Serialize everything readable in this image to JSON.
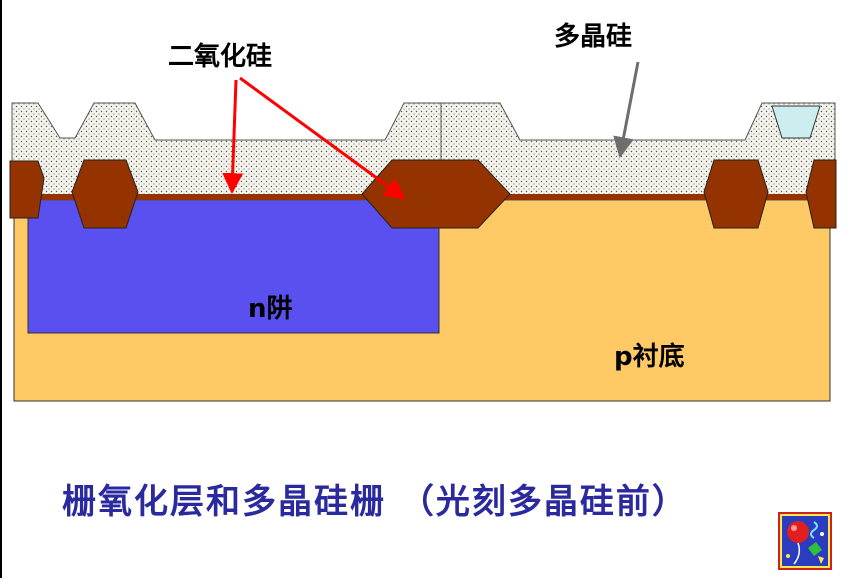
{
  "labels": {
    "oxide": "二氧化硅",
    "polysilicon": "多晶硅",
    "nwell": "n阱",
    "psubstrate": "p衬底"
  },
  "caption": "栅氧化层和多晶硅栅 （光刻多晶硅前）",
  "icons": {
    "clipart": "celebration-clipart-icon"
  },
  "colors": {
    "substrate": "#FFC966",
    "nwell": "#5A50F0",
    "field_oxide": "#943200",
    "gate_oxide": "#943200",
    "polysilicon": "#F2F2EA",
    "arrow_red": "#FF0000",
    "arrow_gray": "#6E6E6E",
    "caption": "#2A2A9E",
    "photoresist": "#CCEEEE"
  }
}
